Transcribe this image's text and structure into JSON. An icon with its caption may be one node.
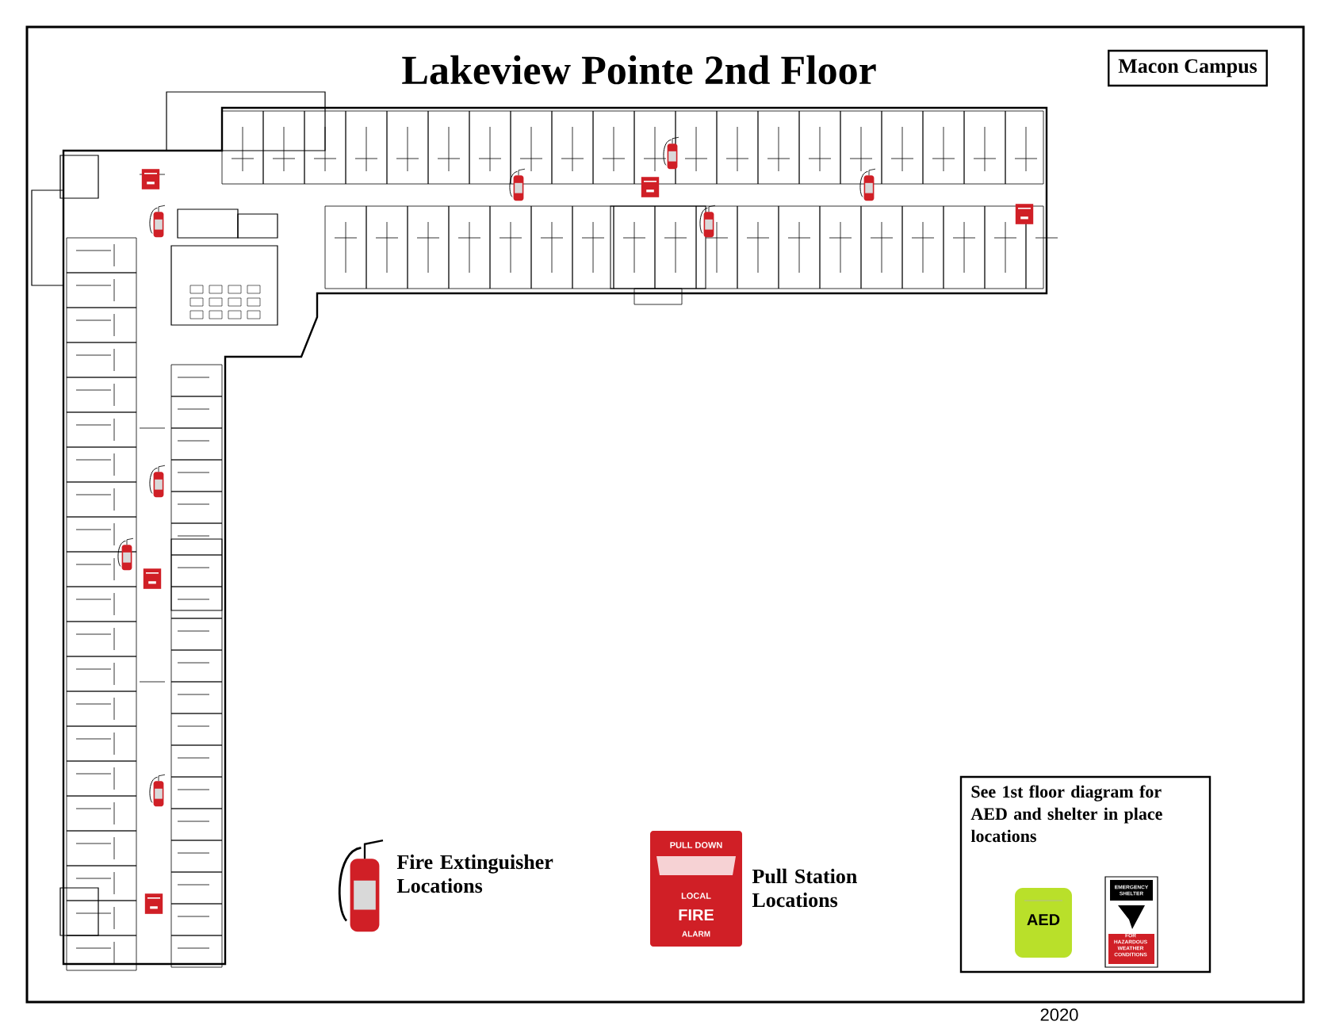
{
  "diagram": {
    "title": "Lakeview Pointe 2nd Floor",
    "nodes": [
      {
        "text": [
          "Macon Campus"
        ]
      },
      {
        "text": [
          "See 1st floor diagram for AED and shelter in place locations"
        ]
      }
    ],
    "labels": [
      "Fire Extinguisher Locations",
      "PULL DOWN",
      "LOCAL",
      "FIRE",
      "ALARM",
      "Pull Station Locations",
      "AED",
      "EMERGENCY SHELTER",
      "FOR HAZARDOUS WEATHER CONDITIONS",
      "2020"
    ]
  }
}
